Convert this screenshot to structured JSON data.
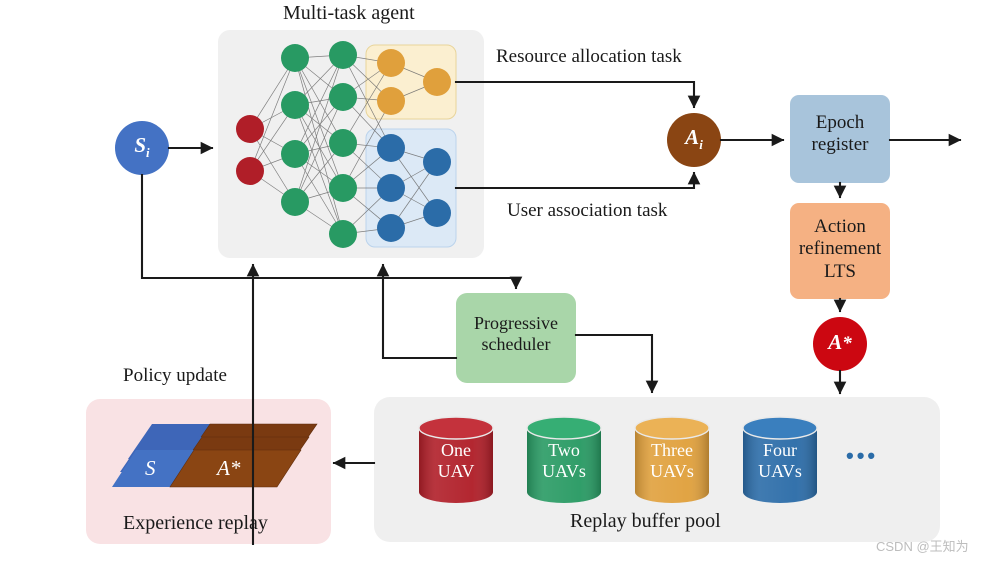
{
  "figure": {
    "title_top": "Multi-task agent",
    "watermark": "CSDN @王知为"
  },
  "labels": {
    "multi_task_agent": "Multi-task agent",
    "resource_allocation_task": "Resource allocation task",
    "user_association_task": "User association task",
    "policy_update": "Policy update",
    "experience_replay": "Experience replay",
    "replay_buffer_pool": "Replay buffer pool"
  },
  "state_node": {
    "label": "S",
    "sub": "i",
    "color": "#4472C4"
  },
  "action_node": {
    "label": "A",
    "sub": "i",
    "color": "#8A4513"
  },
  "refined_action_node": {
    "label": "A",
    "sup": "*",
    "color": "#CC0711"
  },
  "boxes": {
    "epoch_register": {
      "line1": "Epoch",
      "line2": "register",
      "color": "#A8C4DB"
    },
    "action_refinement": {
      "line1": "Action",
      "line2": "refinement",
      "line3": "LTS",
      "color": "#F5B183"
    },
    "progressive_scheduler": {
      "line1": "Progressive",
      "line2": "scheduler",
      "color": "#A9D6A9"
    }
  },
  "network": {
    "panel_color": "#F0F0F0",
    "resource_head_color": "#FBEFD0",
    "user_head_color": "#DCE9F6",
    "input_color": "#B01E28",
    "hidden_color": "#289A63",
    "resource_node_color": "#E0A03C",
    "user_node_color": "#2B6CA8",
    "input_nodes": 2,
    "hidden_layer1_nodes": 4,
    "hidden_layer2_nodes": 5,
    "resource_head_nodes": [
      2,
      1
    ],
    "user_head_nodes": [
      3,
      2
    ]
  },
  "experience_replay": {
    "panel_color": "#F9E2E4",
    "state_card_color": "#4472C4",
    "action_card_color": "#8A4513",
    "state_label": "S",
    "action_label": "A*",
    "stack_count": 3
  },
  "replay_buffer": {
    "panel_color": "#EFEFEF",
    "ellipsis": "•••",
    "cylinders": [
      {
        "line1": "One",
        "line2": "UAV",
        "color": "#B01E28",
        "top_color": "#C4323C"
      },
      {
        "line1": "Two",
        "line2": "UAVs",
        "color": "#289A63",
        "top_color": "#36AE74"
      },
      {
        "line1": "Three",
        "line2": "UAVs",
        "color": "#E0A03C",
        "top_color": "#EBB256"
      },
      {
        "line1": "Four",
        "line2": "UAVs",
        "color": "#2B6CA8",
        "top_color": "#3A7FBE"
      }
    ]
  }
}
